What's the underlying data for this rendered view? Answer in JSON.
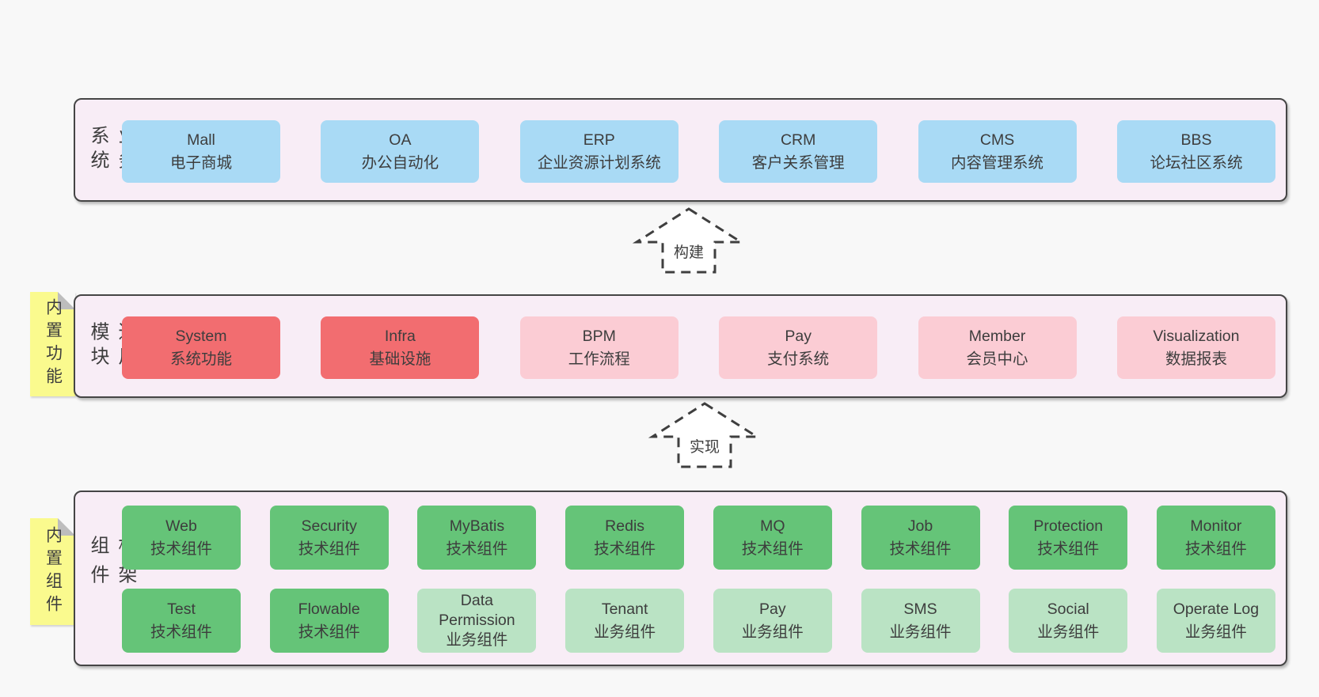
{
  "palette": {
    "page-bg": "#f8f8f8",
    "panel-bg": "#f8edf6",
    "panel-border": "#454545",
    "box-blue": "#a9daf5",
    "box-red": "#f26d70",
    "box-pink": "#fbccd4",
    "box-green": "#65c478",
    "box-green-light": "#bae3c4",
    "sticky-yellow": "#fafa8e",
    "sticky-fold": "#bdbdbd",
    "text": "#3d3d3d"
  },
  "sections": {
    "business": {
      "label": "业务系统",
      "boxes": [
        {
          "en": "Mall",
          "zh": "电子商城"
        },
        {
          "en": "OA",
          "zh": "办公自动化"
        },
        {
          "en": "ERP",
          "zh": "企业资源计划系统"
        },
        {
          "en": "CRM",
          "zh": "客户关系管理"
        },
        {
          "en": "CMS",
          "zh": "内容管理系统"
        },
        {
          "en": "BBS",
          "zh": "论坛社区系统"
        }
      ]
    },
    "modules": {
      "label": "通用模块",
      "sticky": "内置功能",
      "boxes": [
        {
          "en": "System",
          "zh": "系统功能"
        },
        {
          "en": "Infra",
          "zh": "基础设施"
        },
        {
          "en": "BPM",
          "zh": "工作流程"
        },
        {
          "en": "Pay",
          "zh": "支付系统"
        },
        {
          "en": "Member",
          "zh": "会员中心"
        },
        {
          "en": "Visualization",
          "zh": "数据报表"
        }
      ]
    },
    "components": {
      "label": "框架组件",
      "sticky": "内置组件",
      "row1": [
        {
          "en": "Web",
          "zh": "技术组件"
        },
        {
          "en": "Security",
          "zh": "技术组件"
        },
        {
          "en": "MyBatis",
          "zh": "技术组件"
        },
        {
          "en": "Redis",
          "zh": "技术组件"
        },
        {
          "en": "MQ",
          "zh": "技术组件"
        },
        {
          "en": "Job",
          "zh": "技术组件"
        },
        {
          "en": "Protection",
          "zh": "技术组件"
        },
        {
          "en": "Monitor",
          "zh": "技术组件"
        }
      ],
      "row2": [
        {
          "en": "Test",
          "zh": "技术组件"
        },
        {
          "en": "Flowable",
          "zh": "技术组件"
        },
        {
          "en": "Data Permission",
          "zh": "业务组件"
        },
        {
          "en": "Tenant",
          "zh": "业务组件"
        },
        {
          "en": "Pay",
          "zh": "业务组件"
        },
        {
          "en": "SMS",
          "zh": "业务组件"
        },
        {
          "en": "Social",
          "zh": "业务组件"
        },
        {
          "en": "Operate Log",
          "zh": "业务组件"
        }
      ]
    }
  },
  "arrows": [
    {
      "label": "构建",
      "direction": "up"
    },
    {
      "label": "实现",
      "direction": "up"
    }
  ]
}
